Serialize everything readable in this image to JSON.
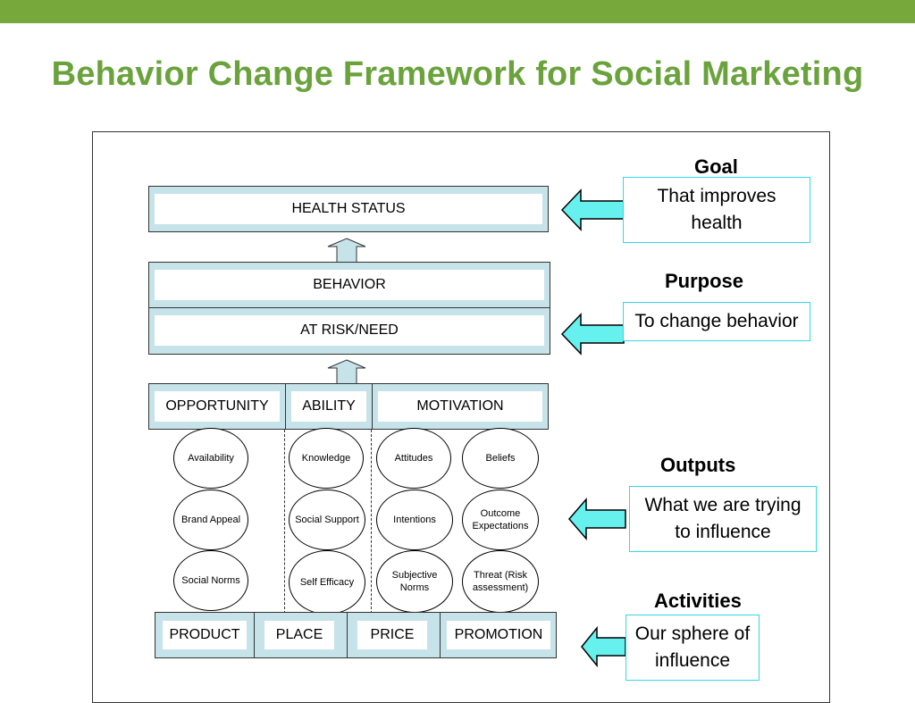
{
  "title": "Behavior Change Framework for Social Marketing",
  "colors": {
    "accent_green": "#77a83b",
    "title_green": "#6aa33c",
    "box_fill": "#c7e3ea",
    "arrow_fill": "#66f0ee",
    "callout_border": "#33d9e6"
  },
  "stack": {
    "health_status": "HEALTH STATUS",
    "behavior": "BEHAVIOR",
    "at_risk": "AT RISK/NEED",
    "opportunity": "OPPORTUNITY",
    "ability": "ABILITY",
    "motivation": "MOTIVATION"
  },
  "ovals": {
    "availability": "Availability",
    "brand_appeal": "Brand Appeal",
    "social_norms": "Social Norms",
    "knowledge": "Knowledge",
    "social_support": "Social Support",
    "self_efficacy": "Self Efficacy",
    "attitudes": "Attitudes",
    "intentions": "Intentions",
    "subjective_norms": "Subjective Norms",
    "beliefs": "Beliefs",
    "outcome_expectations": "Outcome Expectations",
    "threat": "Threat (Risk assessment)"
  },
  "mix": {
    "product": "PRODUCT",
    "place": "PLACE",
    "price": "PRICE",
    "promotion": "PROMOTION"
  },
  "side": {
    "goal_heading": "Goal",
    "goal_text": "That improves health",
    "purpose_heading": "Purpose",
    "purpose_text": "To change behavior",
    "outputs_heading": "Outputs",
    "outputs_text": "What we are trying to influence",
    "activities_heading": "Activities",
    "activities_text": "Our sphere of influence"
  }
}
